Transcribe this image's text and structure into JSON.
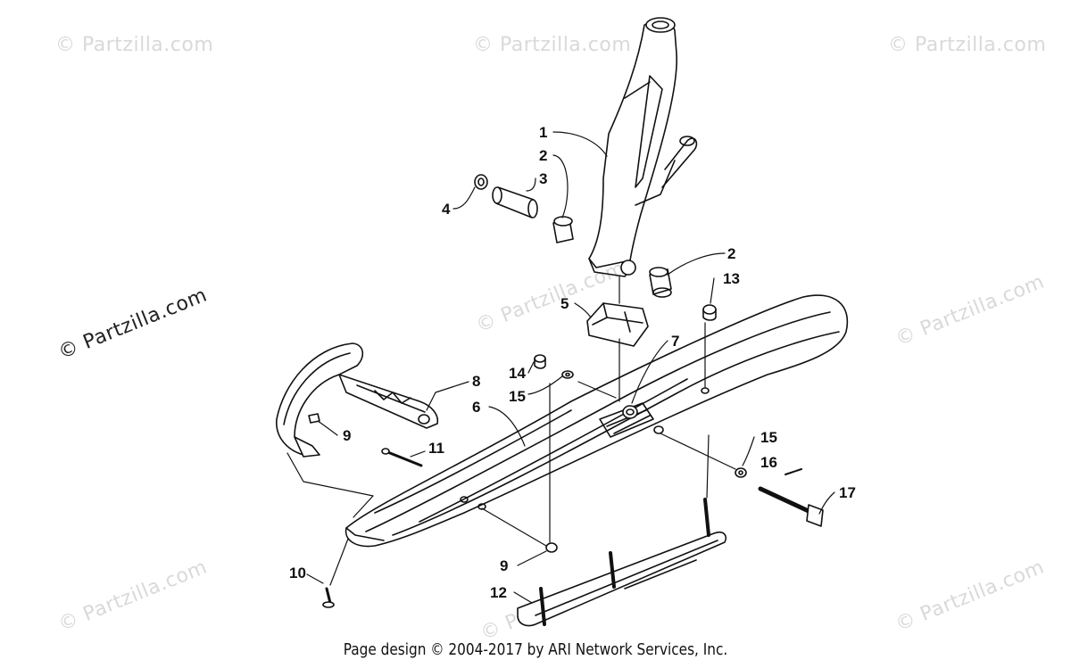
{
  "watermark": {
    "text": "© Partzilla.com"
  },
  "callouts": [
    {
      "id": "c1",
      "label": "1"
    },
    {
      "id": "c2a",
      "label": "2"
    },
    {
      "id": "c3",
      "label": "3"
    },
    {
      "id": "c4",
      "label": "4"
    },
    {
      "id": "c2b",
      "label": "2"
    },
    {
      "id": "c13",
      "label": "13"
    },
    {
      "id": "c5",
      "label": "5"
    },
    {
      "id": "c7",
      "label": "7"
    },
    {
      "id": "c14",
      "label": "14"
    },
    {
      "id": "c15a",
      "label": "15"
    },
    {
      "id": "c8",
      "label": "8"
    },
    {
      "id": "c6",
      "label": "6"
    },
    {
      "id": "c9a",
      "label": "9"
    },
    {
      "id": "c11",
      "label": "11"
    },
    {
      "id": "c15b",
      "label": "15"
    },
    {
      "id": "c16",
      "label": "16"
    },
    {
      "id": "c17",
      "label": "17"
    },
    {
      "id": "c9b",
      "label": "9"
    },
    {
      "id": "c10",
      "label": "10"
    },
    {
      "id": "c12",
      "label": "12"
    }
  ],
  "footer": {
    "text": "Page design © 2004-2017 by ARI Network Services, Inc."
  }
}
